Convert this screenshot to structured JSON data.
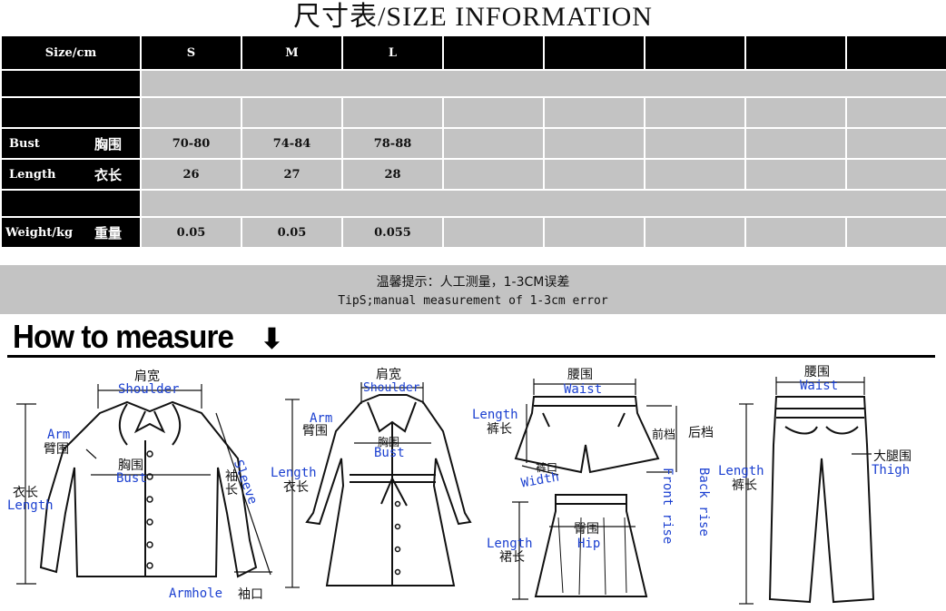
{
  "title": "尺寸表/SIZE INFORMATION",
  "table": {
    "header": {
      "label": "Size/cm",
      "sizes": [
        "S",
        "M",
        "L",
        "",
        "",
        "",
        "",
        ""
      ]
    },
    "rows": [
      {
        "en": "Bust",
        "cn": "胸围",
        "values": [
          "70-80",
          "74-84",
          "78-88"
        ]
      },
      {
        "en": "Length",
        "cn": "衣长",
        "values": [
          "26",
          "27",
          "28"
        ]
      },
      {
        "en": "Weight/kg",
        "cn": "重量",
        "values": [
          "0.05",
          "0.05",
          "0.055"
        ]
      }
    ]
  },
  "tips": {
    "cn": "温馨提示：人工测量，1-3CM误差",
    "en": "TipS;manual measurement of 1-3cm error"
  },
  "how_to": "How to measure",
  "labels": {
    "shoulder_cn": "肩宽",
    "shoulder_en": "Shoulder",
    "arm_en": "Arm",
    "arm_cn": "臂围",
    "bust_cn": "胸围",
    "bust_en": "Bust",
    "sleeve_cn": "袖长",
    "sleeve_en": "Sleeve",
    "length_cn": "衣长",
    "length_en": "Length",
    "armhole_en": "Armhole",
    "cuff_cn": "袖口",
    "waist_cn": "腰围",
    "waist_en": "Waist",
    "pant_length_en": "Length",
    "pant_length_cn": "裤长",
    "front_rise_cn": "前档",
    "back_rise_cn": "后档",
    "leg_opening_cn": "裤口",
    "width_en": "Width",
    "front_rise_en": "Front rise",
    "back_rise_en": "Back rise",
    "hip_cn": "臀围",
    "hip_en": "Hip",
    "skirt_length_en": "Length",
    "skirt_length_cn": "裙长",
    "thigh_cn": "大腿围",
    "thigh_en": "Thigh"
  }
}
